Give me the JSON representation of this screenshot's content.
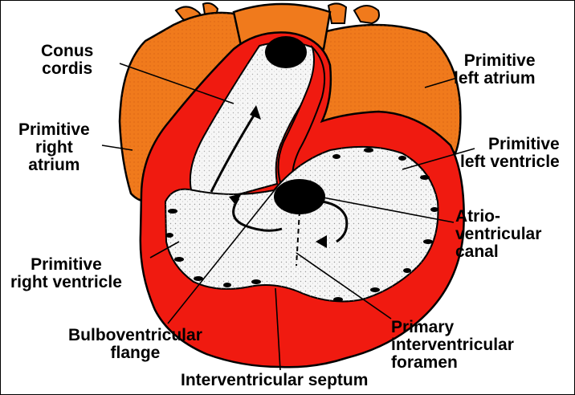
{
  "labels": {
    "conus_cordis": "Conus\ncordis",
    "primitive_left_atrium": "Primitive\nleft atrium",
    "primitive_right_atrium": "Primitive\nright\natrium",
    "primitive_left_ventricle": "Primitive\nleft ventricle",
    "atrioventricular_canal": "Atrio-\nventricular\ncanal",
    "primitive_right_ventricle": "Primitive\nright ventricle",
    "bulboventricular_flange": "Bulboventricular\nflange",
    "primary_interventricular_foramen": "Primary\ninterventricular\nforamen",
    "interventricular_septum": "Interventricular septum"
  },
  "colors": {
    "atrium_orange": "#f07a1c",
    "ventricle_red": "#f01a10",
    "interior_white": "#f6f6f6",
    "outline": "#000000"
  }
}
